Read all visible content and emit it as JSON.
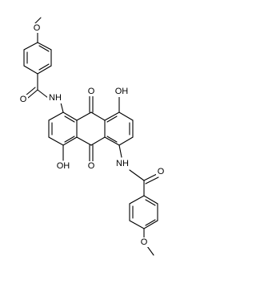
{
  "diagram": {
    "type": "chemical-structure",
    "atom_labels": {
      "o_methoxy_top": "O",
      "o_carbonyl_top_amide": "O",
      "nh_top": "NH",
      "o_quinone_top": "O",
      "oh_right": "OH",
      "oh_left": "OH",
      "o_quinone_bottom": "O",
      "nh_bottom": "NH",
      "o_carbonyl_bottom_amide": "O",
      "o_methoxy_bottom": "O"
    },
    "colors": {
      "bond": "#000000",
      "label": "#000000",
      "background": "#ffffff"
    }
  }
}
